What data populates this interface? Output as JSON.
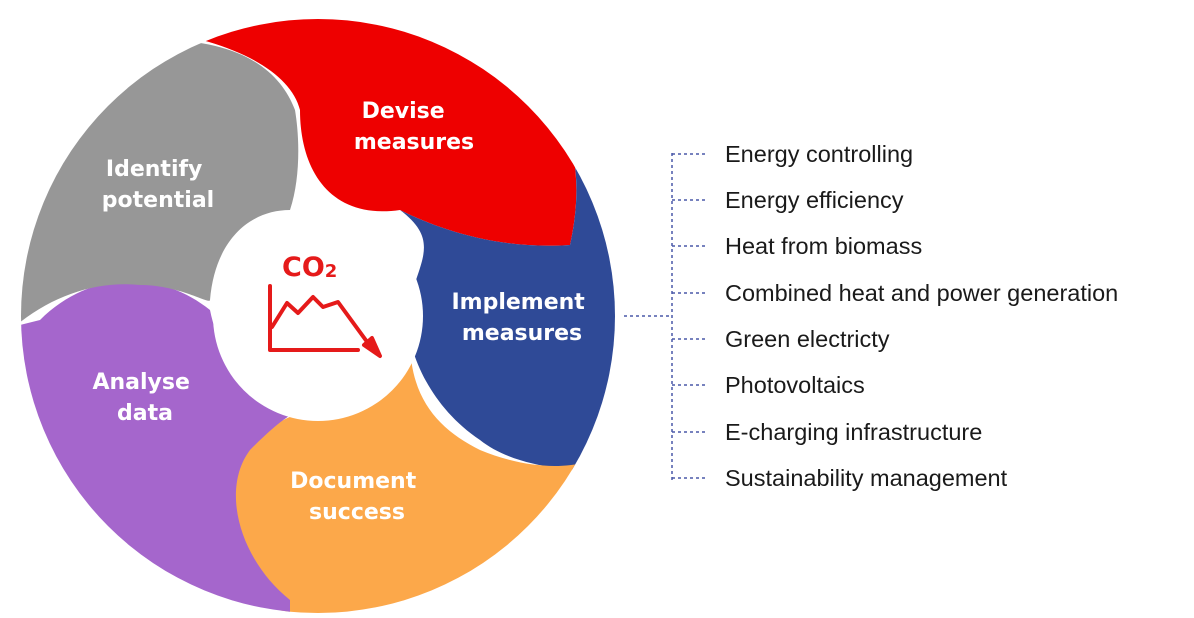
{
  "colors": {
    "devise": "#ee0000",
    "implement": "#2f4a97",
    "document": "#fca84a",
    "analyse": "#a566cc",
    "identify": "#979797",
    "co2": "#e51a1a",
    "connector": "#4a58a8"
  },
  "cycle": {
    "center": {
      "title": "CO",
      "subscript": "2",
      "icon": "co2-declining-chart-icon"
    },
    "segments": [
      {
        "id": "devise",
        "lines": [
          "Devise",
          "measures"
        ]
      },
      {
        "id": "implement",
        "lines": [
          "Implement",
          "measures"
        ]
      },
      {
        "id": "document",
        "lines": [
          "Document",
          "success"
        ]
      },
      {
        "id": "analyse",
        "lines": [
          "Analyse",
          "data"
        ]
      },
      {
        "id": "identify",
        "lines": [
          "Identify",
          "potential"
        ]
      }
    ]
  },
  "measures_list": [
    "Energy controlling",
    "Energy efficiency",
    "Heat from biomass",
    "Combined heat and power generation",
    "Green electricty",
    "Photovoltaics",
    "E-charging infrastructure",
    "Sustainability management"
  ]
}
